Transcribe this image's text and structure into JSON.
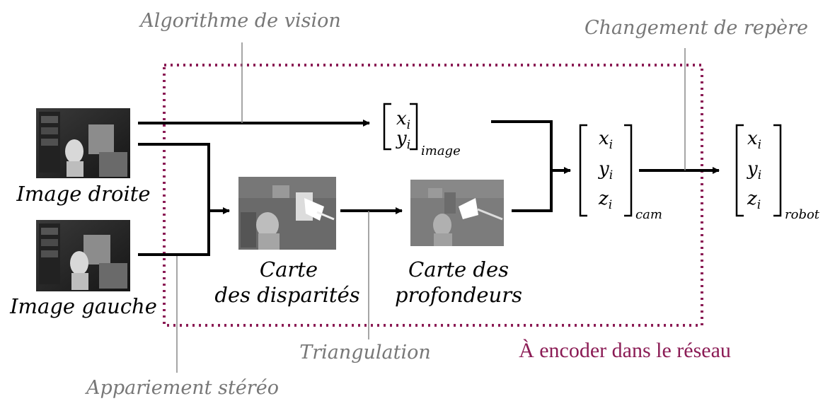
{
  "annotations": {
    "vision_algorithm": "Algorithme de vision",
    "frame_change": "Changement de repère",
    "stereo_matching": "Appariement stéréo",
    "triangulation": "Triangulation"
  },
  "images": {
    "right": "Image droite",
    "left": "Image gauche"
  },
  "maps": {
    "disparity_line1": "Carte",
    "disparity_line2": "des disparités",
    "depth_line1": "Carte des",
    "depth_line2": "profondeurs"
  },
  "vectors": {
    "image": {
      "rows": [
        "x",
        "y"
      ],
      "subscript": "i",
      "frame": "image"
    },
    "cam": {
      "rows": [
        "x",
        "y",
        "z"
      ],
      "subscript": "i",
      "frame": "cam"
    },
    "robot": {
      "rows": [
        "x",
        "y",
        "z"
      ],
      "subscript": "i",
      "frame": "robot"
    }
  },
  "network_label": "À encoder dans le réseau",
  "colors": {
    "annotation_gray": "#777777",
    "network_accent": "#8b1c55",
    "line": "#000000"
  }
}
